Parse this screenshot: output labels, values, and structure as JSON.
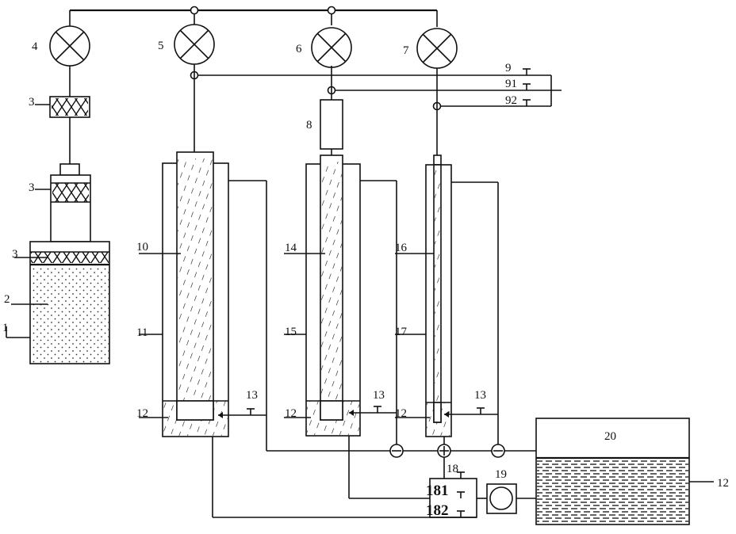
{
  "labels": {
    "l1": "1",
    "l2": "2",
    "l3a": "3",
    "l3b": "3",
    "l3c": "3",
    "l4": "4",
    "l5": "5",
    "l6": "6",
    "l7": "7",
    "l8": "8",
    "l9": "9",
    "l91": "91",
    "l92": "92",
    "l10": "10",
    "l11": "11",
    "l12a": "12",
    "l12b": "12",
    "l12c": "12",
    "l12d": "12",
    "l13a": "13",
    "l13b": "13",
    "l13c": "13",
    "l14": "14",
    "l15": "15",
    "l16": "16",
    "l17": "17",
    "l18": "18",
    "l181": "181",
    "l182": "182",
    "l19": "19",
    "l20": "20"
  },
  "colors": {
    "line": "#111111",
    "background": "#ffffff"
  },
  "icons": [
    "valve-cross-icon",
    "check-valve-icon",
    "pump-icon",
    "stopcock-icon",
    "filter-icon"
  ]
}
